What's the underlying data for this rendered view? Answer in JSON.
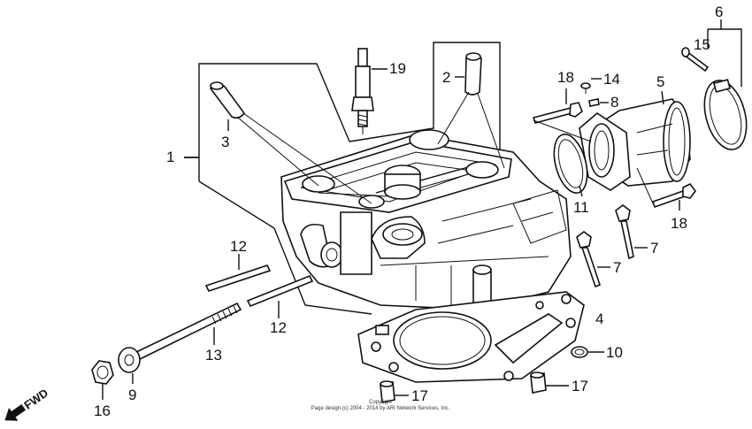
{
  "diagram": {
    "callouts": {
      "p1": "1",
      "p2": "2",
      "p3": "3",
      "p4": "4",
      "p5": "5",
      "p6": "6",
      "p7a": "7",
      "p7b": "7",
      "p8": "8",
      "p9": "9",
      "p10": "10",
      "p11": "11",
      "p12a": "12",
      "p12b": "12",
      "p13": "13",
      "p14": "14",
      "p15": "15",
      "p16": "16",
      "p17a": "17",
      "p17b": "17",
      "p18a": "18",
      "p18b": "18",
      "p19": "19"
    },
    "fwd_label": "FWD",
    "copyright_line1": "Copyright",
    "copyright_line2": "Page design (c) 2004 - 2014 by ARI Network Services, Inc."
  }
}
